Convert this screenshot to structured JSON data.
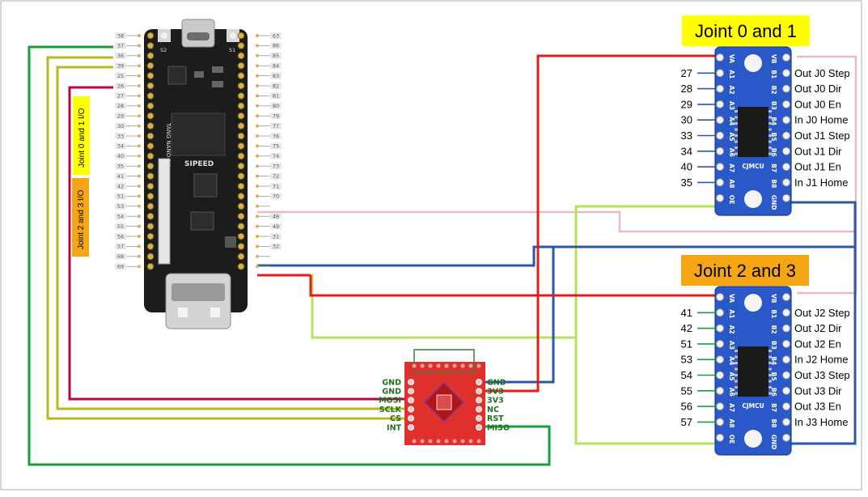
{
  "board": {
    "name": "TANG NANO 9K",
    "brand": "SIPEED",
    "buttons": [
      "S2",
      "S1"
    ],
    "left_pins": [
      "38",
      "37",
      "36",
      "39",
      "25",
      "26",
      "27",
      "28",
      "29",
      "30",
      "33",
      "34",
      "40",
      "35",
      "41",
      "42",
      "51",
      "53",
      "54",
      "55",
      "56",
      "57",
      "68",
      "69"
    ],
    "right_pins": [
      "63",
      "86",
      "85",
      "84",
      "83",
      "82",
      "81",
      "80",
      "79",
      "77",
      "76",
      "75",
      "74",
      "73",
      "72",
      "71",
      "70",
      "",
      "48",
      "49",
      "31",
      "32",
      "",
      ""
    ]
  },
  "group_labels": {
    "joint01": "Joint 0 and 1 I/O",
    "joint23": "Joint 2 and 3 I/O"
  },
  "modules": [
    {
      "title": "Joint 0 and 1",
      "chip": "CJMCU",
      "a_pins": [
        "VA",
        "A1",
        "A2",
        "A3",
        "A4",
        "A5",
        "A6",
        "A7",
        "A8",
        "OE"
      ],
      "b_pins": [
        "VB",
        "B1",
        "B2",
        "B3",
        "B4",
        "B5",
        "B6",
        "B7",
        "B8",
        "GND"
      ],
      "inputs": [
        "27",
        "28",
        "29",
        "30",
        "33",
        "34",
        "40",
        "35"
      ],
      "outputs": [
        "Out J0 Step",
        "Out J0 Dir",
        "Out J0 En",
        "In J0 Home",
        "Out J1 Step",
        "Out J1 Dir",
        "Out J1 En",
        "In J1 Home"
      ]
    },
    {
      "title": "Joint 2 and 3",
      "chip": "CJMCU",
      "a_pins": [
        "VA",
        "A1",
        "A2",
        "A3",
        "A4",
        "A5",
        "A6",
        "A7",
        "A8",
        "OE"
      ],
      "b_pins": [
        "VB",
        "B1",
        "B2",
        "B3",
        "B4",
        "B5",
        "B6",
        "B7",
        "B8",
        "GND"
      ],
      "inputs": [
        "41",
        "42",
        "51",
        "53",
        "54",
        "55",
        "56",
        "57"
      ],
      "outputs": [
        "Out J2 Step",
        "Out J2 Dir",
        "Out J2 En",
        "In J2 Home",
        "Out J3 Step",
        "Out J3 Dir",
        "Out J3 En",
        "In J3 Home"
      ]
    }
  ],
  "sensor": {
    "left_pins": [
      "GND",
      "GND",
      "MOSI",
      "SCLK",
      "CS",
      "INT"
    ],
    "right_pins": [
      "GND",
      "3V3",
      "3V3",
      "NC",
      "RST",
      "MISO"
    ]
  },
  "colors": {
    "red": "#e31b1b",
    "blue": "#2b5aa3",
    "green": "#17a03a",
    "lime": "#b6e15a",
    "olive": "#b7b81c",
    "crimson": "#b3093c",
    "pink": "#e8b9c8",
    "board": "#1c1c1c",
    "module": "#2b58c8",
    "title_bg": "#ffff00",
    "title2_bg": "#f5a612"
  }
}
